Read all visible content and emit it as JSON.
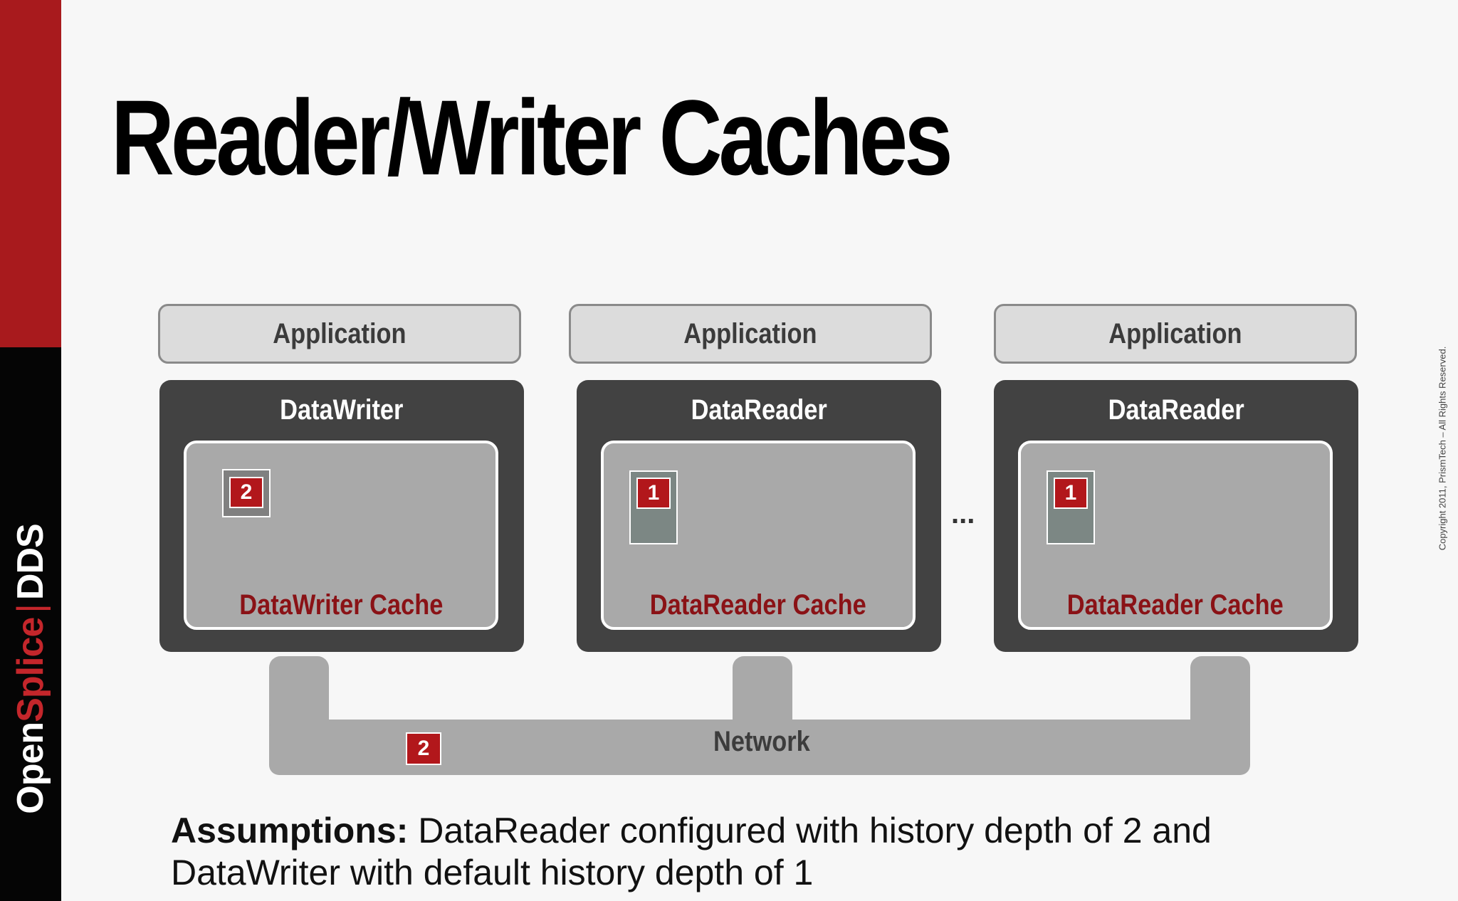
{
  "brand": {
    "open": "Open",
    "splice": "Splice",
    "sep": "|",
    "dds": "DDS"
  },
  "title": "Reader/Writer Caches",
  "copyright": "Copyright 2011, PrismTech – All Rights Reserved.",
  "colors": {
    "brand_red": "#a81a1d",
    "sample_red": "#b2171b",
    "dark_box": "#424242",
    "cache_gray": "#a9a9a9"
  },
  "diagram": {
    "writer": {
      "app_label": "Application",
      "endpoint_label": "DataWriter",
      "cache_label": "DataWriter Cache",
      "sample": "2"
    },
    "reader1": {
      "app_label": "Application",
      "endpoint_label": "DataReader",
      "cache_label": "DataReader Cache",
      "sample": "1"
    },
    "ellipsis": "...",
    "reader2": {
      "app_label": "Application",
      "endpoint_label": "DataReader",
      "cache_label": "DataReader Cache",
      "sample": "1"
    },
    "network": {
      "label": "Network",
      "sample": "2"
    }
  },
  "assumptions": {
    "label": "Assumptions:",
    "line1": " DataReader configured with history depth of 2 and",
    "line2": "DataWriter with default history depth of 1"
  }
}
